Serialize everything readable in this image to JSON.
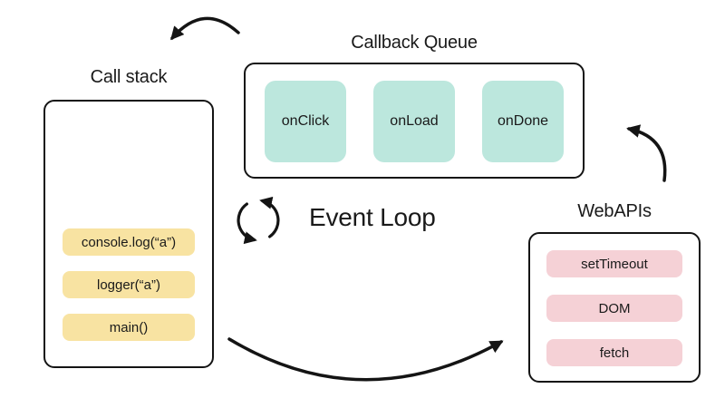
{
  "colors": {
    "canvas-bg": "#ffffff",
    "stroke": "#141414",
    "text": "#1a1a1a",
    "callstack-item-bg": "#f8e3a2",
    "queue-item-bg": "#bce7dd",
    "webapi-item-bg": "#f5d1d6"
  },
  "call_stack": {
    "title": "Call stack",
    "items": [
      "console.log(“a”)",
      "logger(“a”)",
      "main()"
    ]
  },
  "callback_queue": {
    "title": "Callback Queue",
    "items": [
      "onClick",
      "onLoad",
      "onDone"
    ]
  },
  "web_apis": {
    "title": "WebAPIs",
    "items": [
      "setTimeout",
      "DOM",
      "fetch"
    ]
  },
  "event_loop": {
    "label": "Event Loop",
    "icon": "cycle-arrows-icon"
  },
  "arrows": [
    {
      "name": "arrow-queue-to-callstack",
      "from": "Callback Queue",
      "to": "Call stack"
    },
    {
      "name": "arrow-callstack-to-webapis",
      "from": "Call stack",
      "to": "WebAPIs"
    },
    {
      "name": "arrow-webapis-to-queue",
      "from": "WebAPIs",
      "to": "Callback Queue"
    }
  ]
}
